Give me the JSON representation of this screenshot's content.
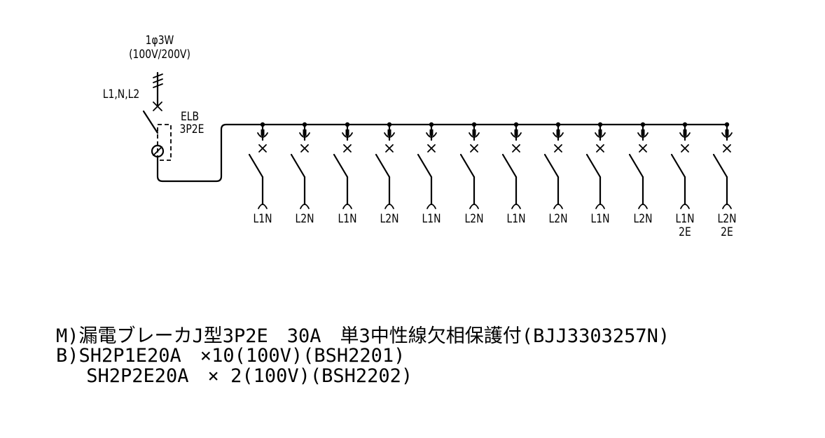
{
  "supply": {
    "phase_label": "1φ3W",
    "voltage_label": "(100V/200V)",
    "lines_label": "L1,N,L2"
  },
  "main_breaker": {
    "label": "ELB",
    "poles": "3P2E"
  },
  "branches": [
    {
      "id": 1,
      "line": "L1N",
      "sub": ""
    },
    {
      "id": 2,
      "line": "L2N",
      "sub": ""
    },
    {
      "id": 3,
      "line": "L1N",
      "sub": ""
    },
    {
      "id": 4,
      "line": "L2N",
      "sub": ""
    },
    {
      "id": 5,
      "line": "L1N",
      "sub": ""
    },
    {
      "id": 6,
      "line": "L2N",
      "sub": ""
    },
    {
      "id": 7,
      "line": "L1N",
      "sub": ""
    },
    {
      "id": 8,
      "line": "L2N",
      "sub": ""
    },
    {
      "id": 9,
      "line": "L1N",
      "sub": ""
    },
    {
      "id": 10,
      "line": "L2N",
      "sub": ""
    },
    {
      "id": 11,
      "line": "L1N",
      "sub": "2E"
    },
    {
      "id": 12,
      "line": "L2N",
      "sub": "2E"
    }
  ],
  "spec_lines": [
    "M)漏電ブレーカJ型3P2E　30A　単3中性線欠相保護付(BJJ3303257N)",
    "B)SH2P1E20A　×10(100V)(BSH2201)",
    "　 SH2P2E20A　× 2(100V)(BSH2202)"
  ]
}
